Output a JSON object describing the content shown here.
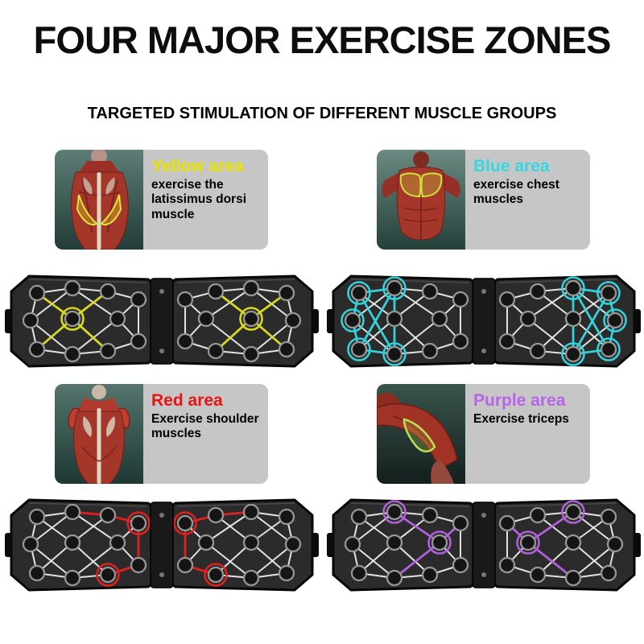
{
  "title": "FOUR MAJOR EXERCISE ZONES",
  "subtitle": "TARGETED STIMULATION OF DIFFERENT MUSCLE GROUPS",
  "zones": [
    {
      "id": "yellow",
      "area_label": "Yellow area",
      "label_color": "#e8e400",
      "description": "exercise the latissimus dorsi muscle",
      "accent": "#d8d820"
    },
    {
      "id": "blue",
      "area_label": "Blue area",
      "label_color": "#35d8e2",
      "description": "exercise chest muscles",
      "accent": "#35d0d8"
    },
    {
      "id": "red",
      "area_label": "Red area",
      "label_color": "#e81414",
      "description": "Exercise shoulder muscles",
      "accent": "#e02020"
    },
    {
      "id": "purple",
      "area_label": "Purple area",
      "label_color": "#b964e8",
      "description": "Exercise triceps",
      "accent": "#b060d8"
    }
  ]
}
